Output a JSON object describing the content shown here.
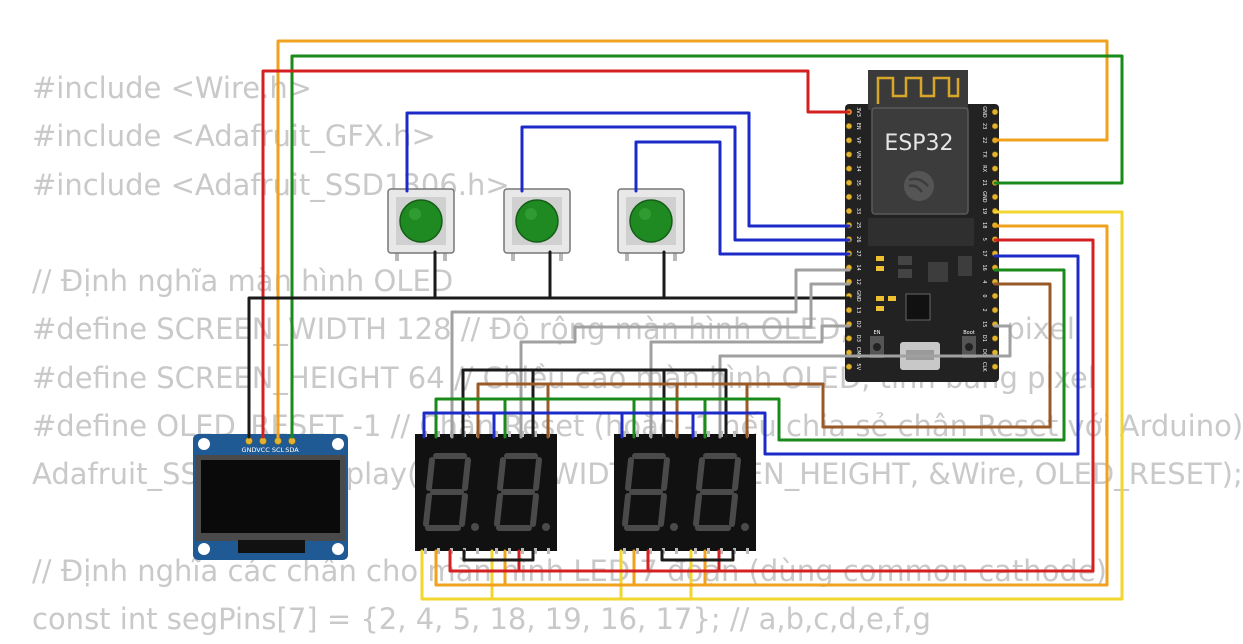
{
  "code_lines": [
    "#include <Wire.h>",
    "#include <Adafruit_GFX.h>",
    "#include <Adafruit_SSD1306.h>",
    "",
    "// Định nghĩa màn hình OLED",
    "#define SCREEN_WIDTH 128 // Độ rộng màn hình OLED, tính bằng pixel",
    "#define SCREEN_HEIGHT 64 // Chiều cao màn hình OLED, tính bằng pixel",
    "#define OLED_RESET -1 // Chân Reset (hoặc -1 nếu chia sẻ chân Reset với Arduino)",
    "Adafruit_SSD1306 display(SCREEN_WIDTH, SCREEN_HEIGHT, &Wire, OLED_RESET);",
    "",
    "// Định nghĩa các chân cho màn hình LED 7 đoạn (dùng common cathode)",
    "const int segPins[7] = {2, 4, 5, 18, 19, 16, 17}; // a,b,c,d,e,f,g"
  ],
  "esp32": {
    "title": "ESP32",
    "left_pins": [
      "3V3",
      "EN",
      "VP",
      "VN",
      "34",
      "35",
      "32",
      "33",
      "25",
      "26",
      "27",
      "14",
      "12",
      "GND",
      "13",
      "D2",
      "D3",
      "CMD",
      "5V"
    ],
    "right_pins": [
      "GND",
      "23",
      "22",
      "TX",
      "RX",
      "21",
      "GND",
      "19",
      "18",
      "5",
      "17",
      "16",
      "4",
      "0",
      "2",
      "15",
      "D1",
      "D0",
      "CLK"
    ],
    "en_label": "EN",
    "boot_label": "Boot"
  },
  "oled": {
    "pin_labels": [
      "GND",
      "VCC",
      "SCL",
      "SDA"
    ]
  },
  "colors": {
    "red": "#d42020",
    "orange": "#f0a21e",
    "green": "#1a8a1a",
    "blue": "#1c2bc8",
    "black": "#1a1a1a",
    "gray": "#a0a0a0",
    "brown": "#9a5a28",
    "yellow": "#f2d52e",
    "button_cap": "#1f8a22",
    "led_segment_off": "#4a4a4a",
    "board": "#222222",
    "oled_board": "#1f5a94"
  }
}
